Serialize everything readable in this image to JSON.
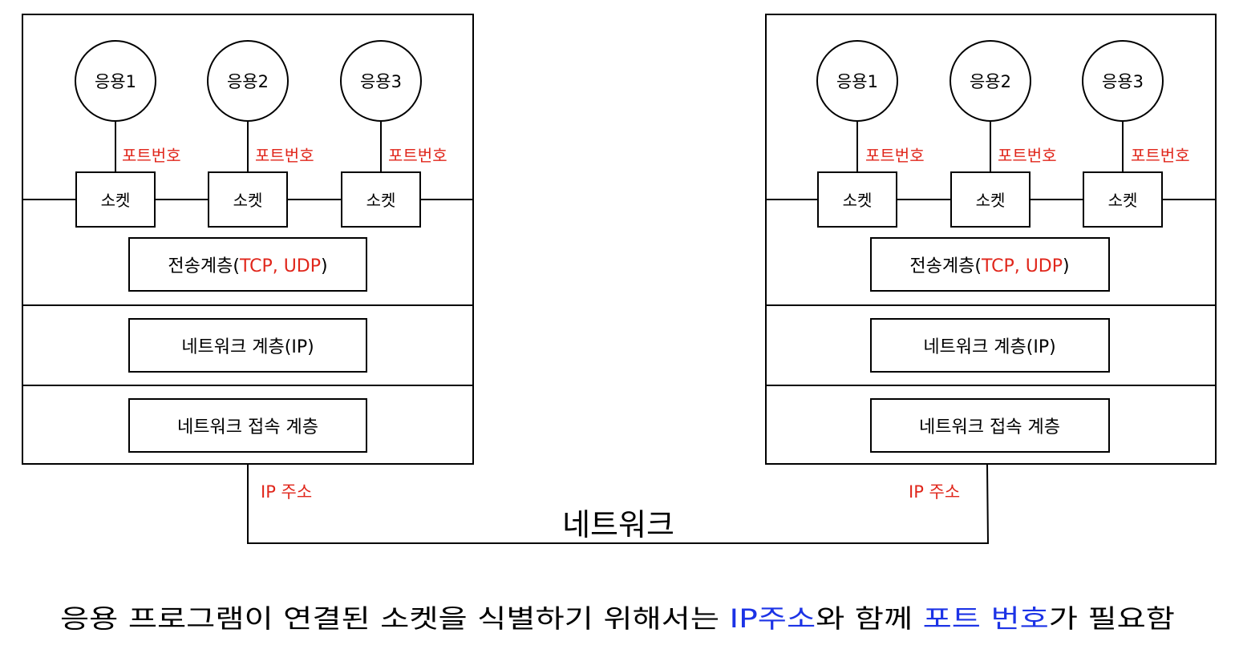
{
  "hosts": [
    {
      "apps": [
        "응용1",
        "응용2",
        "응용3"
      ],
      "port_label": "포트번호",
      "socket_label": "소켓",
      "transport": {
        "name": "전송계층(",
        "protocols": "TCP, UDP",
        "close": ")"
      },
      "network_layer": "네트워크 계층(IP)",
      "access_layer": "네트워크 접속 계층",
      "ip_label": "IP 주소"
    },
    {
      "apps": [
        "응용1",
        "응용2",
        "응용3"
      ],
      "port_label": "포트번호",
      "socket_label": "소켓",
      "transport": {
        "name": "전송계층(",
        "protocols": "TCP, UDP",
        "close": ")"
      },
      "network_layer": "네트워크 계층(IP)",
      "access_layer": "네트워크 접속 계층",
      "ip_label": "IP 주소"
    }
  ],
  "network_label": "네트워크",
  "caption": {
    "part1": "응용 프로그램이 연결된 소켓을 식별하기 위해서는 ",
    "ip": "IP주소",
    "part2": "와 함께 ",
    "port": "포트 번호",
    "part3": "가 필요함"
  },
  "colors": {
    "highlight_red": "#e0261b",
    "highlight_blue": "#1c33e6",
    "line": "#000000"
  }
}
